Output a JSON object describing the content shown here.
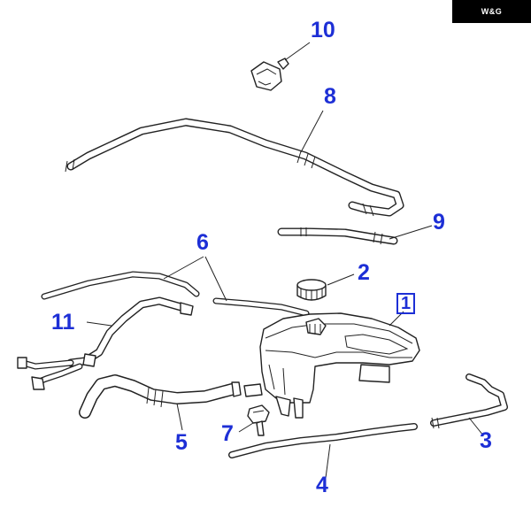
{
  "brand": {
    "logo_text": "W&G"
  },
  "callouts": [
    {
      "id": "10",
      "label": "10"
    },
    {
      "id": "8",
      "label": "8"
    },
    {
      "id": "9",
      "label": "9"
    },
    {
      "id": "6",
      "label": "6"
    },
    {
      "id": "2",
      "label": "2"
    },
    {
      "id": "1",
      "label": "1"
    },
    {
      "id": "11",
      "label": "11"
    },
    {
      "id": "5",
      "label": "5"
    },
    {
      "id": "7",
      "label": "7"
    },
    {
      "id": "3",
      "label": "3"
    },
    {
      "id": "4",
      "label": "4"
    }
  ],
  "colors": {
    "callout": "#1d2fd6",
    "line": "#222222",
    "background": "#ffffff",
    "brand_bg": "#000000"
  }
}
